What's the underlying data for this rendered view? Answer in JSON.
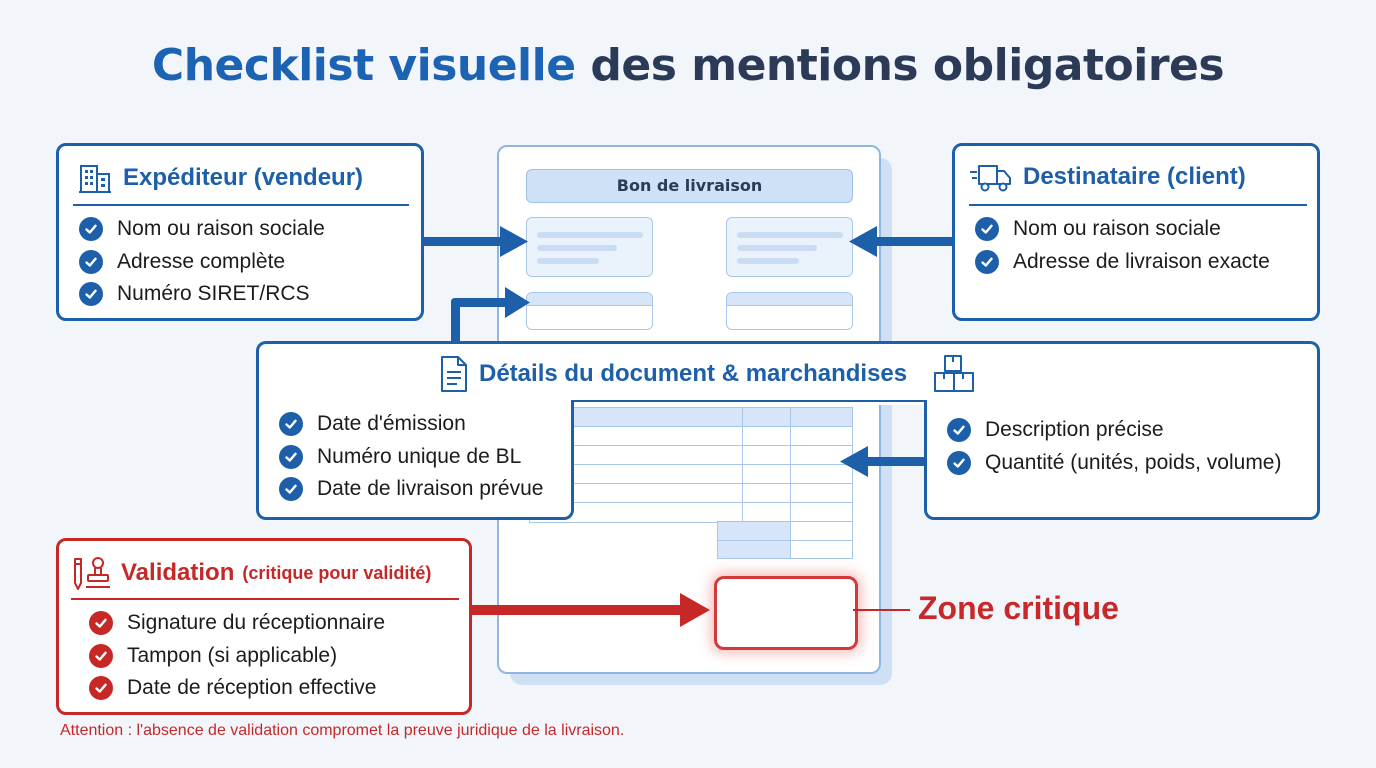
{
  "title": {
    "part1": "Checklist visuelle",
    "part2": "des mentions obligatoires"
  },
  "document": {
    "title": "Bon de livraison"
  },
  "expediteur": {
    "heading": "Expéditeur (vendeur)",
    "items": [
      "Nom ou raison sociale",
      "Adresse complète",
      "Numéro SIRET/RCS"
    ]
  },
  "destinataire": {
    "heading": "Destinataire (client)",
    "items": [
      "Nom ou raison sociale",
      "Adresse de livraison exacte"
    ]
  },
  "details": {
    "heading": "Détails du document & marchandises",
    "left_items": [
      "Date d'émission",
      "Numéro unique de BL",
      "Date de livraison prévue"
    ],
    "right_items": [
      "Description précise",
      "Quantité (unités, poids, volume)"
    ]
  },
  "validation": {
    "heading": "Validation",
    "subheading": "(critique pour validité)",
    "items": [
      "Signature du réceptionnaire",
      "Tampon (si applicable)",
      "Date de réception effective"
    ]
  },
  "zone_critique": "Zone critique",
  "note": "Attention : l'absence de validation compromet la preuve juridique de la livraison.",
  "colors": {
    "primary": "#1d5fa8",
    "critical": "#c62828",
    "title": "#2b3b57",
    "background": "#f2f6fb"
  },
  "icons": {
    "expediteur": "building-icon",
    "destinataire": "truck-icon",
    "details_left": "document-icon",
    "details_right": "boxes-icon",
    "validation": "pen-stamp-icon",
    "check": "check-circle-icon"
  }
}
